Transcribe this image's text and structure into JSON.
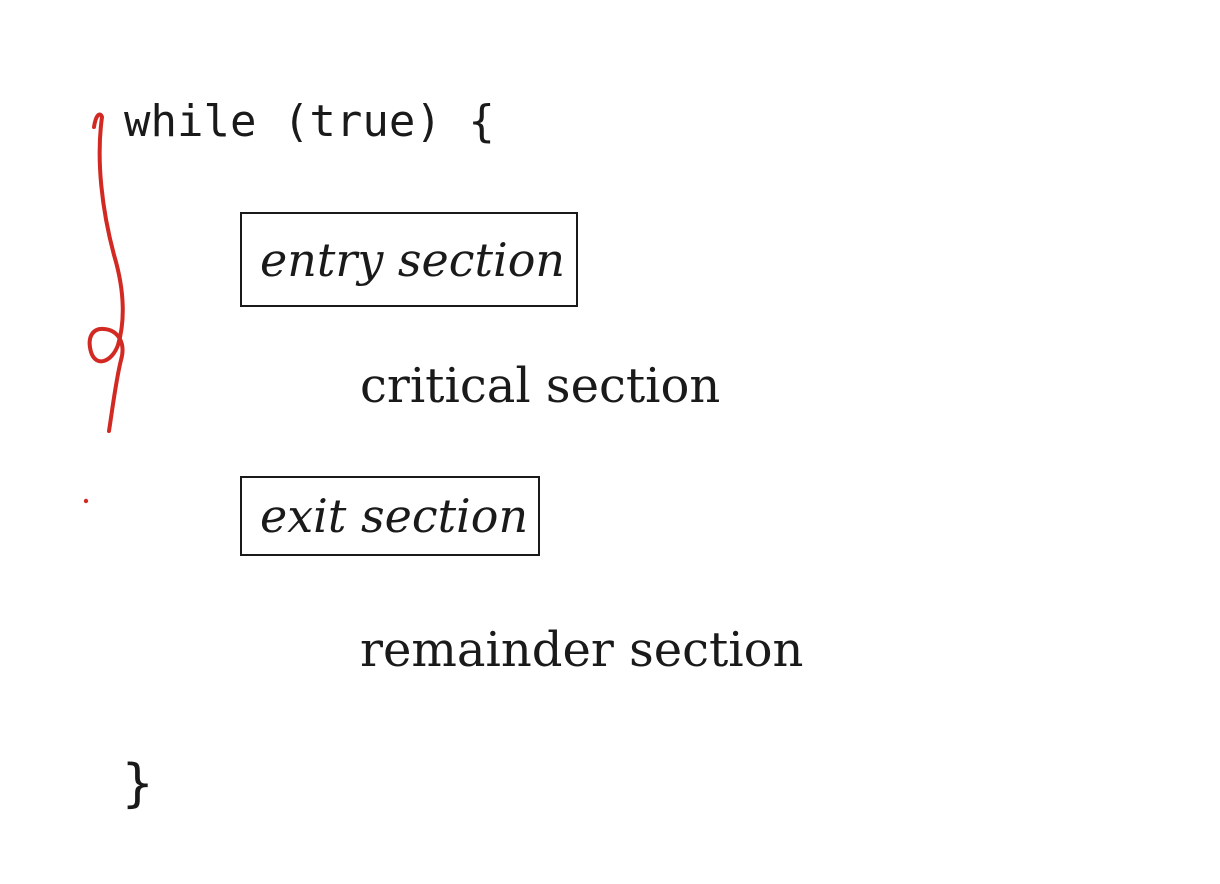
{
  "code": {
    "loop_header": "while (true) {",
    "loop_close": "}"
  },
  "sections": {
    "entry": "entry section",
    "critical": "critical section",
    "exit": "exit section",
    "remainder": "remainder section"
  },
  "annotation": {
    "ink_color": "#d22a22"
  }
}
